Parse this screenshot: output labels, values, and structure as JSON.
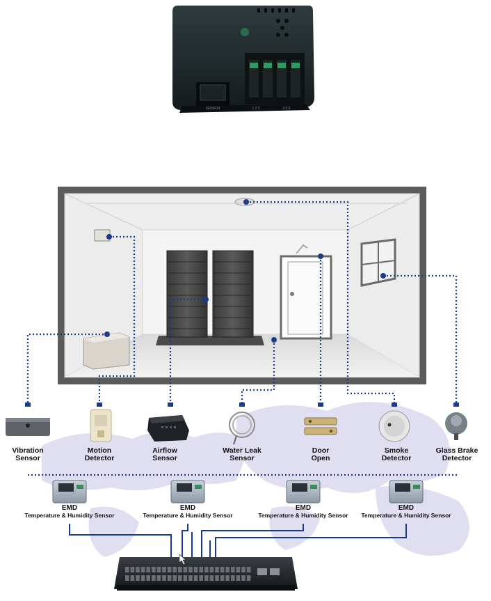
{
  "device": {
    "port_label": "SENSOR",
    "dip_labels": [
      "1 2 3",
      "4 5 6"
    ]
  },
  "sensors": [
    {
      "key": "vibration",
      "label": "Vibration\nSensor"
    },
    {
      "key": "motion",
      "label": "Motion\nDetector"
    },
    {
      "key": "airflow",
      "label": "Airflow\nSensor"
    },
    {
      "key": "water",
      "label": "Water Leak\nSensor"
    },
    {
      "key": "door",
      "label": "Door\nOpen"
    },
    {
      "key": "smoke",
      "label": "Smoke\nDetector"
    },
    {
      "key": "glass",
      "label": "Glass Brake\nDetector"
    }
  ],
  "emd_units": [
    {
      "title": "EMD",
      "subtitle": "Temperature & Humidity Sensor"
    },
    {
      "title": "EMD",
      "subtitle": "Temperature & Humidity Sensor"
    },
    {
      "title": "EMD",
      "subtitle": "Temperature & Humidity Sensor"
    },
    {
      "title": "EMD",
      "subtitle": "Temperature & Humidity Sensor"
    }
  ],
  "colors": {
    "link": "#1a3a8a",
    "room_frame": "#5a5a5a",
    "map": "#dcdcf0",
    "device": "#1f2a2c"
  }
}
